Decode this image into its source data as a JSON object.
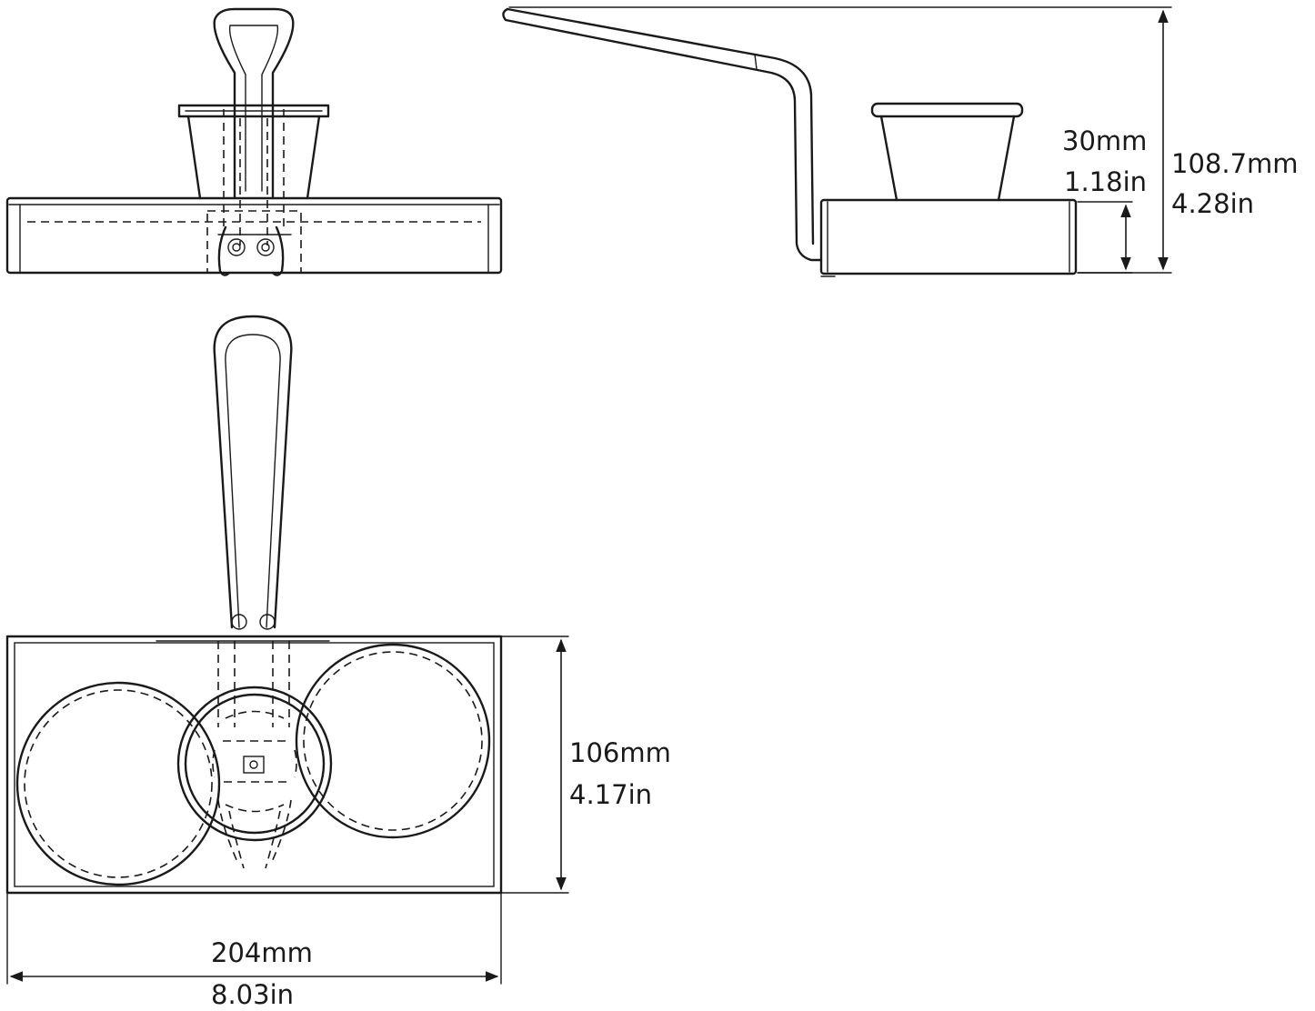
{
  "dimensions": {
    "base_height": {
      "mm": "30mm",
      "in": "1.18in"
    },
    "total_height": {
      "mm": "108.7mm",
      "in": "4.28in"
    },
    "depth": {
      "mm": "106mm",
      "in": "4.17in"
    },
    "width": {
      "mm": "204mm",
      "in": "8.03in"
    }
  }
}
